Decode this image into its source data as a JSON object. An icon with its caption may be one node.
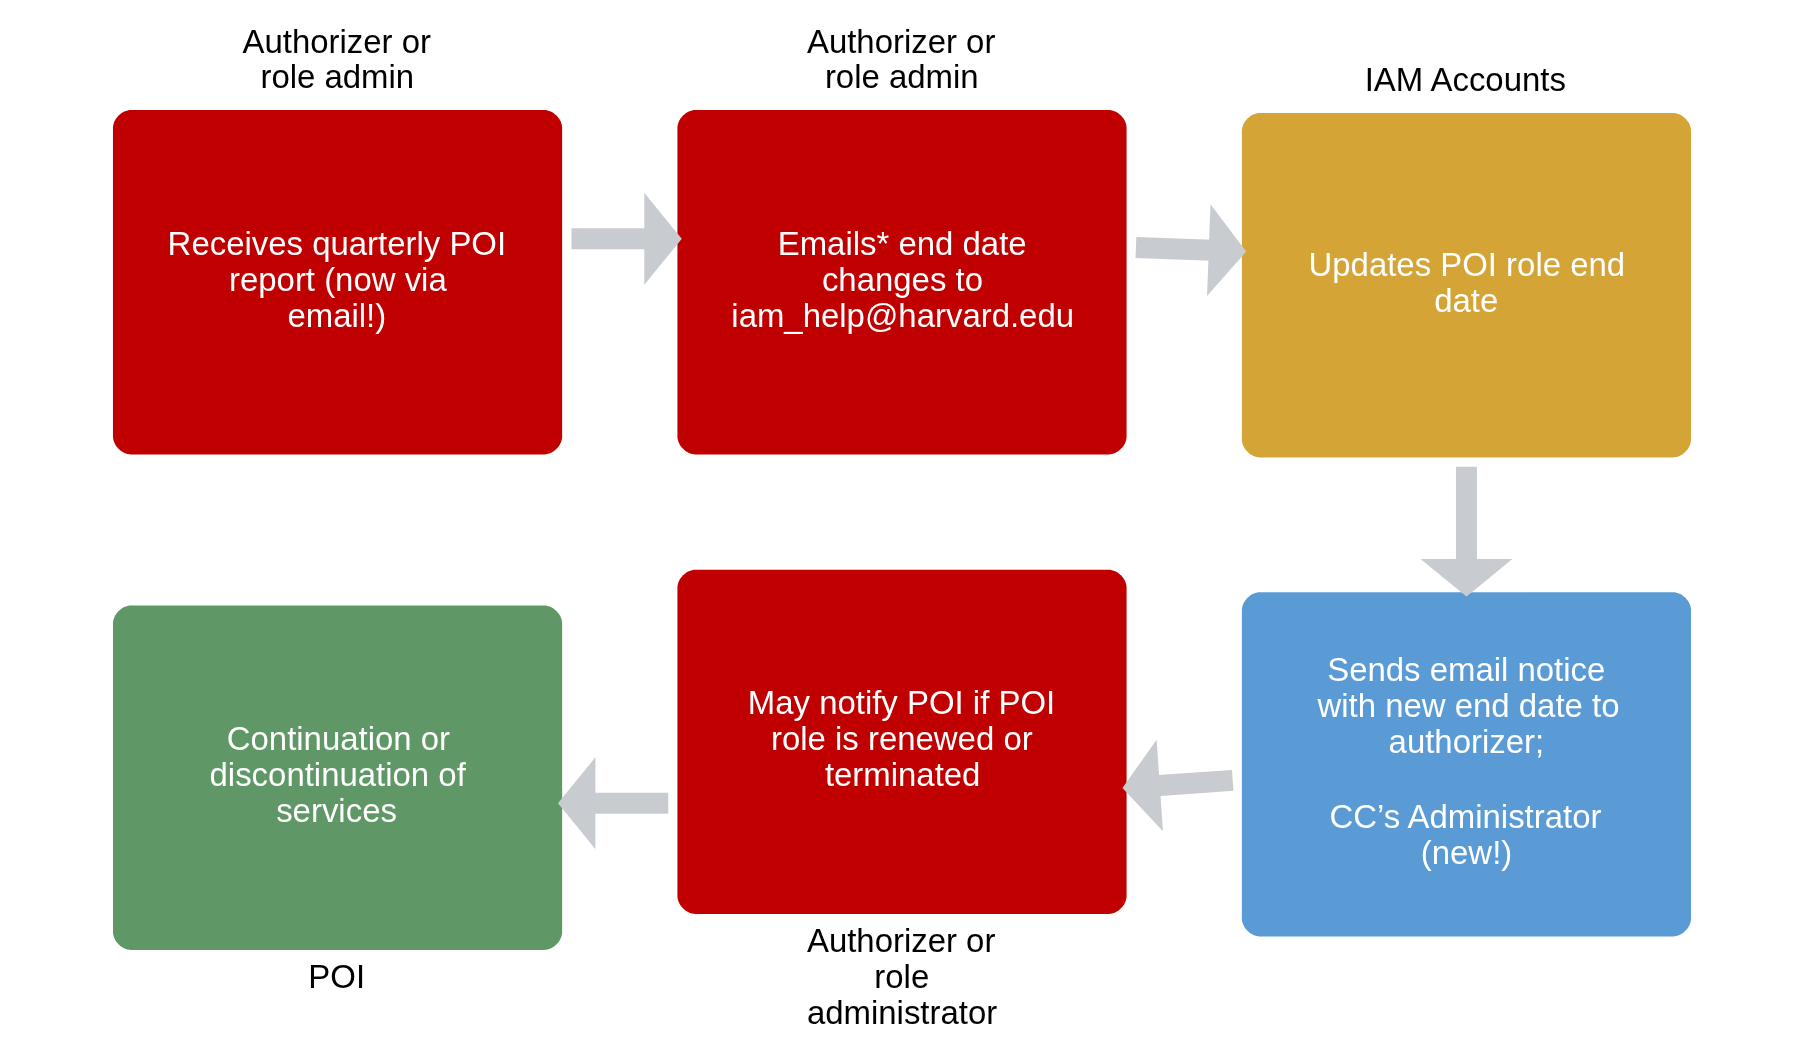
{
  "diagram": {
    "nodes": [
      {
        "text": [
          "Receives quarterly POI report (now via email!)"
        ],
        "beside": [
          "Authorizer or role admin"
        ]
      },
      {
        "text": [
          "Emails* end date changes to iam_help@harvard.edu"
        ],
        "beside": [
          "Authorizer or role admin"
        ]
      },
      {
        "text": [
          "Updates POI role end date"
        ],
        "beside": [
          "IAM Accounts"
        ]
      },
      {
        "text": [
          "Sends email notice with new end date to authorizer;",
          "CC’s Administrator (new!)"
        ]
      },
      {
        "text": [
          "May notify POI if POI role is renewed or terminated"
        ],
        "beside": [
          "Authorizer or role administrator"
        ]
      },
      {
        "text": [
          "Continuation or discontinuation of services"
        ],
        "beside": [
          "POI"
        ]
      }
    ],
    "edges": [
      {
        "from": 0,
        "to": 1,
        "arrow": "to"
      },
      {
        "from": 1,
        "to": 2,
        "arrow": "to"
      },
      {
        "from": 2,
        "to": 3,
        "arrow": "to"
      },
      {
        "from": 3,
        "to": 4,
        "arrow": "to"
      },
      {
        "from": 4,
        "to": 5,
        "arrow": "to"
      }
    ]
  }
}
